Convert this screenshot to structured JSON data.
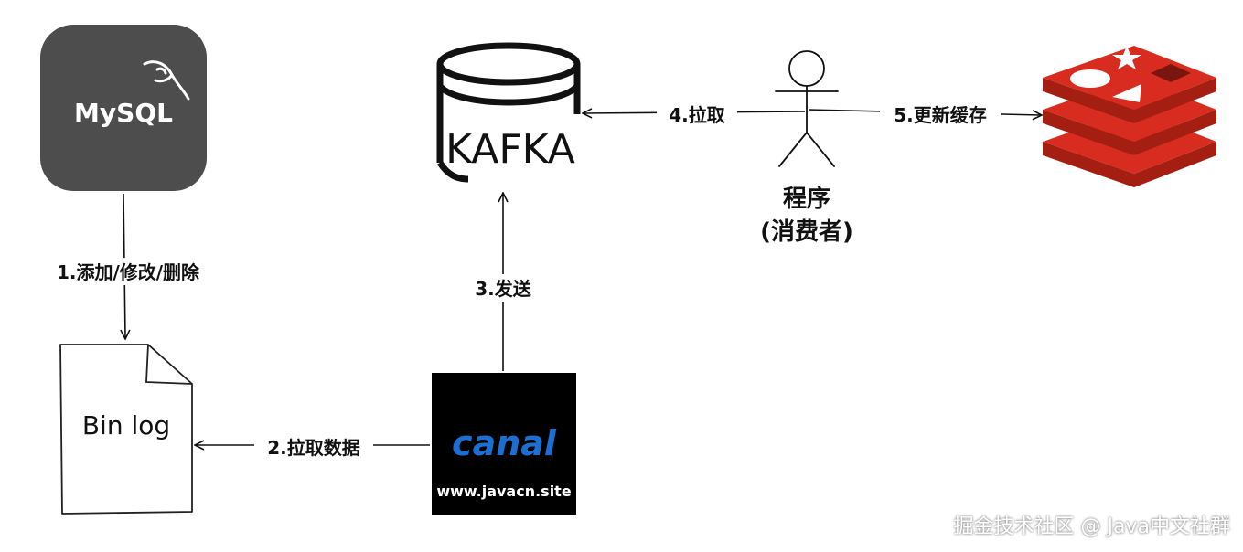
{
  "nodes": {
    "mysql": {
      "label": "MySQL"
    },
    "binlog": {
      "label": "Bin log"
    },
    "kafka": {
      "label": "KAFKA"
    },
    "canal": {
      "label": "canal",
      "site": "www.javacn.site"
    },
    "consumer": {
      "label_line1": "程序",
      "label_line2": "(消费者)"
    },
    "redis": {
      "icon": "redis-logo"
    }
  },
  "edges": {
    "step1": "1.添加/修改/删除",
    "step2": "2.拉取数据",
    "step3": "3.发送",
    "step4": "4.拉取",
    "step5": "5.更新缓存"
  },
  "colors": {
    "mysql_bg": "#4d4d4d",
    "canal_bg": "#000000",
    "canal_text": "#1a6fd1",
    "redis": "#c9302c"
  },
  "watermark": "掘金技术社区 @ Java中文社群"
}
